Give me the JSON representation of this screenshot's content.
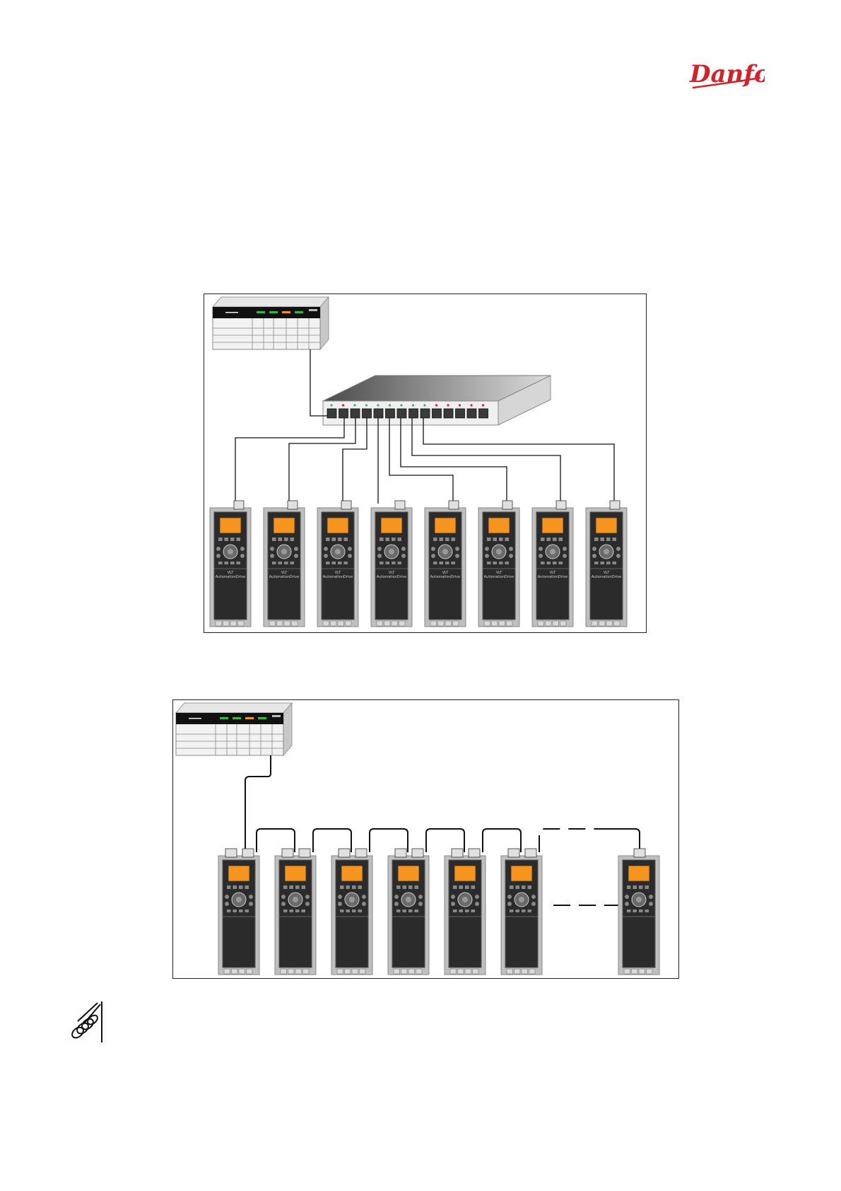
{
  "logo": {
    "text": "Danfoss",
    "color": "#d2232a"
  },
  "diagrams": {
    "star": {
      "drives": 8,
      "drive_label_line1": "VLT",
      "drive_label_line2": "AutomationDrive"
    },
    "line": {
      "drives": 7
    }
  },
  "colors": {
    "display": "#f7941d",
    "drive_body": "#2b2b2b",
    "drive_frame": "#bfbfbf",
    "port_led_green": "#39b54a",
    "port_led_red": "#ed1c24",
    "cable": "#111111"
  },
  "note": {
    "icon": "note-hand-icon"
  }
}
